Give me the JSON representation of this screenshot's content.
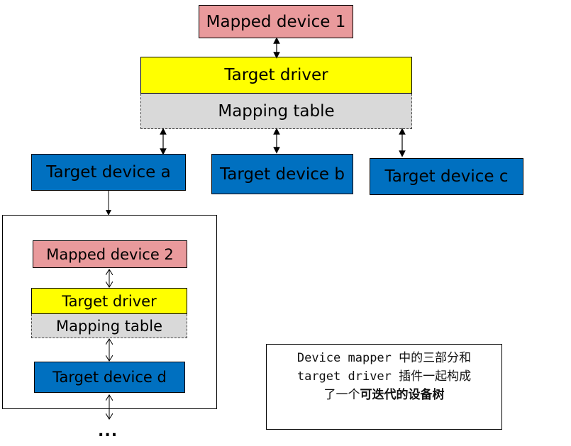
{
  "top": {
    "mapped_device": "Mapped device 1",
    "target_driver": "Target driver",
    "mapping_table": "Mapping table"
  },
  "targets": [
    {
      "label": "Target device a"
    },
    {
      "label": "Target device b"
    },
    {
      "label": "Target device c"
    }
  ],
  "nested": {
    "mapped_device": "Mapped device 2",
    "target_driver": "Target driver",
    "mapping_table": "Mapping table",
    "target_device": "Target device d",
    "continuation": "..."
  },
  "note": {
    "line1": "Device mapper 中的三部分和",
    "line2": "target driver 插件一起构成",
    "line3_prefix": "了一个",
    "line3_bold": "可迭代的设备树"
  },
  "colors": {
    "mapped_device": "#e99a9c",
    "target_driver": "#ffff00",
    "mapping_table": "#d9d9d9",
    "target_device": "#0070c0",
    "layer_separator": "#9b2226"
  }
}
